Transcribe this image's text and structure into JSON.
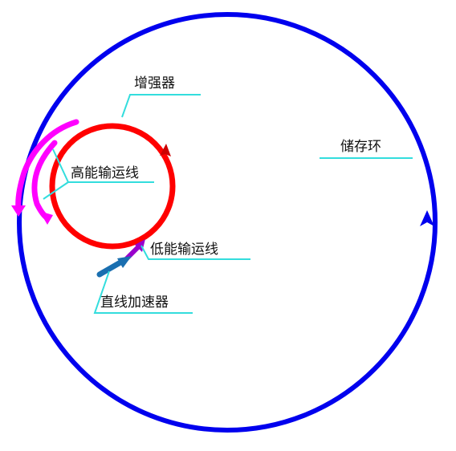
{
  "labels": {
    "booster": "增强器",
    "storage_ring": "储存环",
    "high_energy_line": "高能输运线",
    "low_energy_line": "低能输运线",
    "linac": "直线加速器"
  },
  "colors": {
    "storage_ring": "#0000ee",
    "booster": "#ff0000",
    "high_energy_transport": "#ff00ff",
    "low_energy_transport": "#9900cc",
    "linac": "#1a6fb0",
    "leader_line": "#33dddd",
    "label_text": "#111111",
    "background": "#ffffff"
  }
}
